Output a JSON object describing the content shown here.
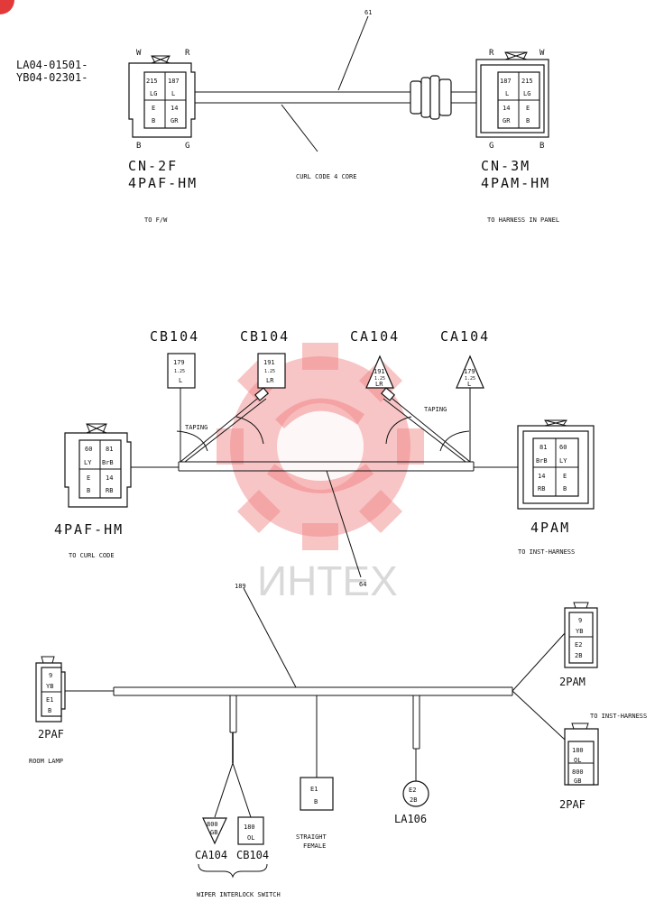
{
  "header": {
    "part_code_1": "LA04-01501-",
    "part_code_2": "YB04-02301-"
  },
  "watermark": {
    "text": "ИНТЕХ",
    "color": "#f07f80"
  },
  "section1": {
    "wire_number": "61",
    "curl_code_label": "CURL CODE 4 CORE",
    "left": {
      "name": "CN-2F",
      "type": "4PAF-HM",
      "dest": "TO F/W",
      "top_l": "W",
      "top_r": "R",
      "bot_l": "B",
      "bot_r": "G",
      "cells": [
        [
          "215",
          "LG"
        ],
        [
          "187",
          "L"
        ],
        [
          "E",
          "B"
        ],
        [
          "14",
          "GR"
        ]
      ]
    },
    "right": {
      "name": "CN-3M",
      "type": "4PAM-HM",
      "dest": "TO HARNESS IN PANEL",
      "top_l": "R",
      "top_r": "W",
      "bot_l": "G",
      "bot_r": "B",
      "cells": [
        [
          "187",
          "L"
        ],
        [
          "215",
          "LG"
        ],
        [
          "14",
          "GR"
        ],
        [
          "E",
          "B"
        ]
      ]
    }
  },
  "section2": {
    "wire_number": "64",
    "taping_label": "TAPING",
    "taps": [
      {
        "label": "CB104",
        "num": "179",
        "size": "1.25",
        "color": "L"
      },
      {
        "label": "CB104",
        "num": "191",
        "size": "1.25",
        "color": "LR"
      },
      {
        "label": "CA104",
        "num": "191",
        "size": "1.25",
        "color": "LR"
      },
      {
        "label": "CA104",
        "num": "179",
        "size": "1.25",
        "color": "L"
      }
    ],
    "left": {
      "type": "4PAF-HM",
      "dest": "TO CURL CODE",
      "cells": [
        [
          "60",
          "LY"
        ],
        [
          "81",
          "BrB"
        ],
        [
          "E",
          "B"
        ],
        [
          "14",
          "RB"
        ]
      ]
    },
    "right": {
      "type": "4PAM",
      "dest": "TO INST-HARNESS",
      "cells": [
        [
          "81",
          "BrB"
        ],
        [
          "60",
          "LY"
        ],
        [
          "14",
          "RB"
        ],
        [
          "E",
          "B"
        ]
      ]
    }
  },
  "section3": {
    "wire_number": "189",
    "left": {
      "type": "2PAF",
      "dest": "ROOM LAMP",
      "cells": [
        [
          "9",
          "YB"
        ],
        [
          "E1",
          "B"
        ]
      ]
    },
    "right_top": {
      "type": "2PAM",
      "cells": [
        [
          "9",
          "YB"
        ],
        [
          "E2",
          "2B"
        ]
      ]
    },
    "right_dest": "TO INST-HARNESS",
    "right_bottom": {
      "type": "2PAF",
      "cells": [
        [
          "180",
          "OL"
        ],
        [
          "800",
          "GB"
        ]
      ]
    },
    "straight_female": {
      "cells": [
        [
          "E1",
          "B"
        ]
      ],
      "label_1": "STRAIGHT",
      "label_2": "FEMALE"
    },
    "la106": {
      "label": "LA106",
      "cells": [
        [
          "E2",
          "2B"
        ]
      ]
    },
    "ca104": {
      "label": "CA104",
      "num": "800",
      "color": "GB"
    },
    "cb104": {
      "label": "CB104",
      "num": "180",
      "color": "OL"
    },
    "wiper_label": "WIPER INTERLOCK SWITCH"
  }
}
